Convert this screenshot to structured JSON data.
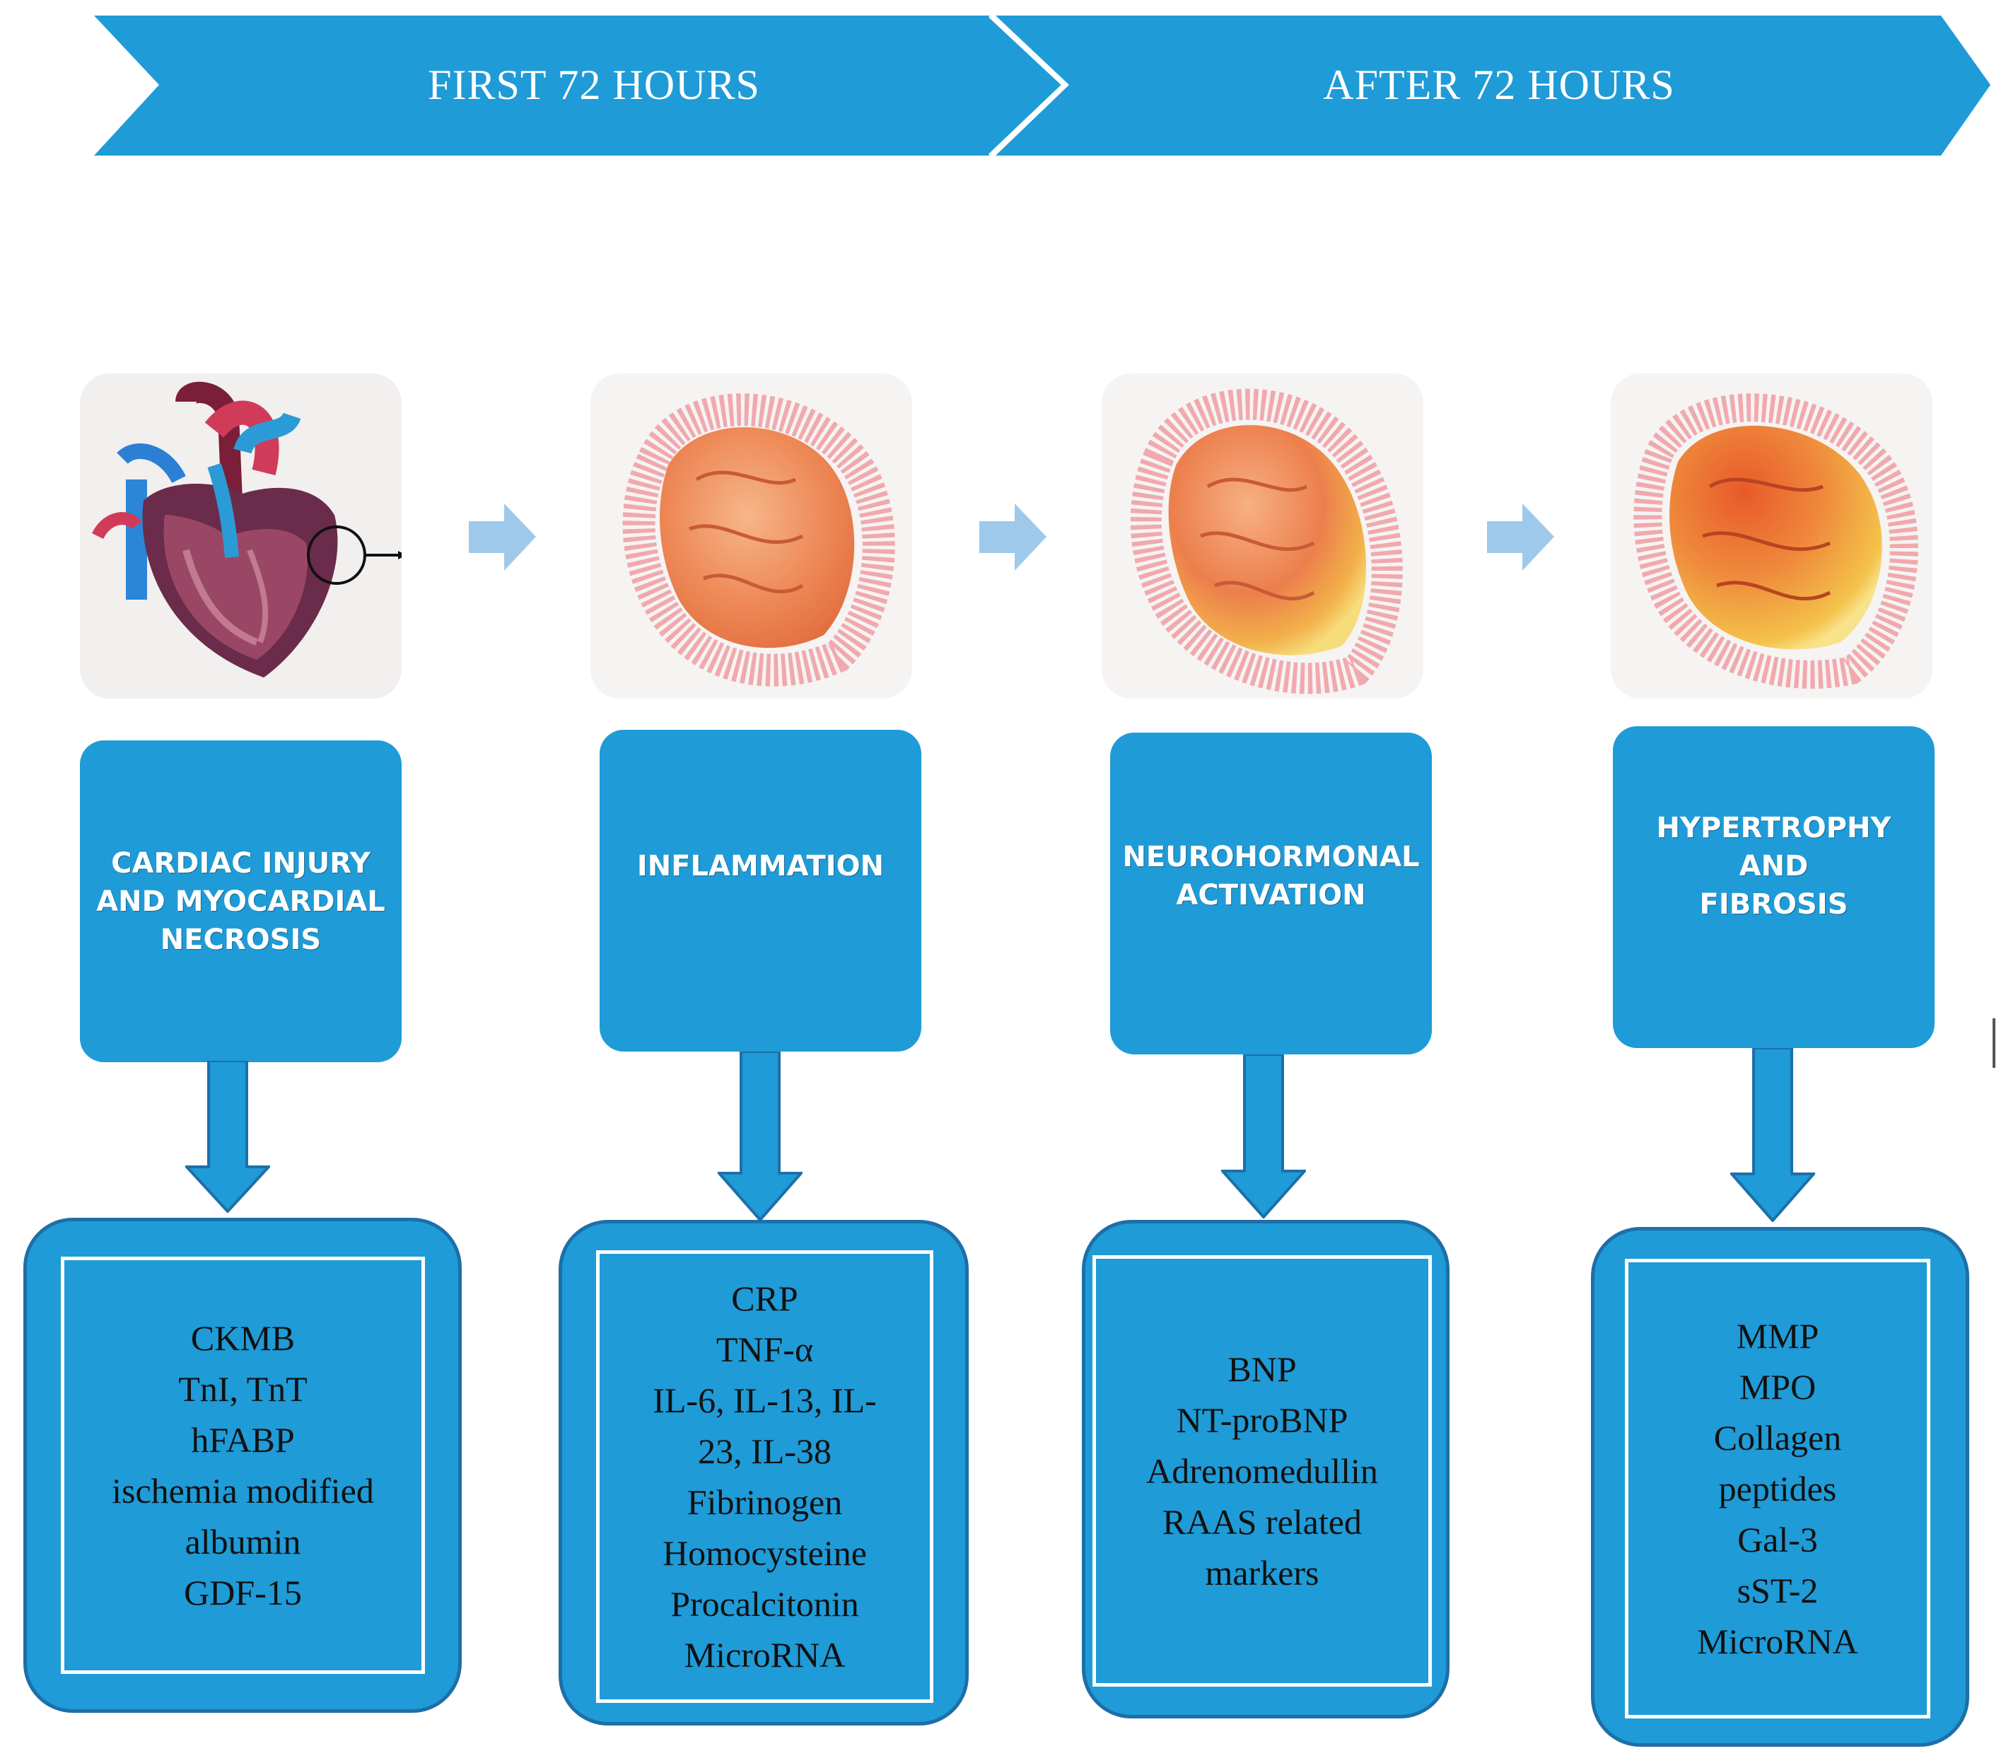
{
  "timeline": {
    "phases": [
      {
        "label": "FIRST 72 HOURS"
      },
      {
        "label": "AFTER 72 HOURS"
      }
    ],
    "color": "#1f9bd7"
  },
  "images": [
    {
      "name": "whole heart with magnified region"
    },
    {
      "name": "myocardium section - inflammation"
    },
    {
      "name": "myocardium section - neurohormonal activation"
    },
    {
      "name": "myocardium section - hypertrophy and fibrosis"
    }
  ],
  "stages": [
    {
      "title_lines": [
        "CARDIAC INJURY",
        "AND MYOCARDIAL",
        "NECROSIS"
      ],
      "markers": [
        "CKMB",
        "TnI, TnT",
        "hFABP",
        "ischemia modified",
        "albumin",
        "GDF-15"
      ]
    },
    {
      "title_lines": [
        "INFLAMMATION"
      ],
      "markers": [
        "CRP",
        "TNF-α",
        "IL-6, IL-13, IL-",
        "23, IL-38",
        "Fibrinogen",
        "Homocysteine",
        "Procalcitonin",
        "MicroRNA"
      ]
    },
    {
      "title_lines": [
        "NEUROHORMONAL",
        "ACTIVATION"
      ],
      "markers": [
        "BNP",
        "NT-proBNP",
        "Adrenomedullin",
        "RAAS related",
        "markers"
      ]
    },
    {
      "title_lines": [
        "HYPERTROPHY AND",
        "FIBROSIS"
      ],
      "markers": [
        "MMP",
        "MPO",
        "Collagen",
        "peptides",
        "Gal-3",
        "sST-2",
        "MicroRNA"
      ]
    }
  ],
  "colors": {
    "box_blue": "#1f9bd7",
    "box_border": "#1d6fa8",
    "flow_arrow": "#9fc9ea"
  }
}
